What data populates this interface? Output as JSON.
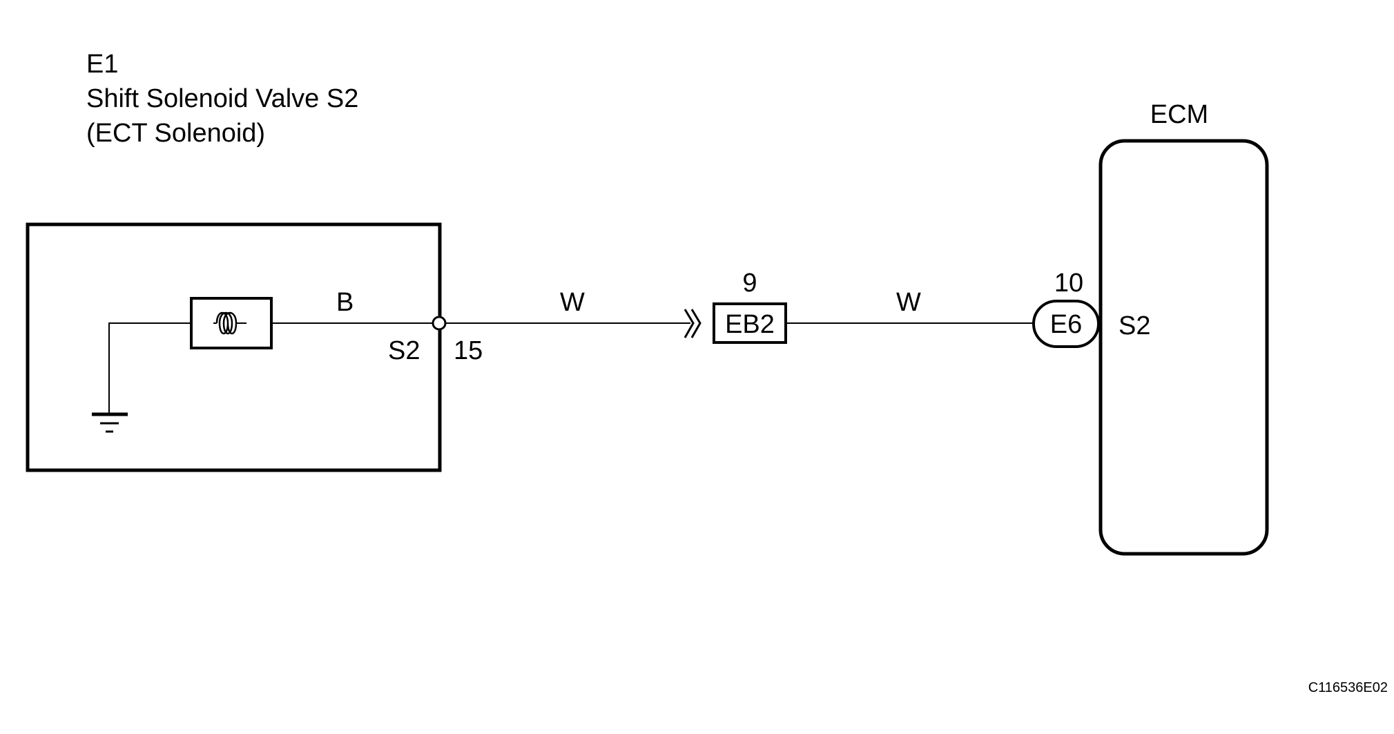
{
  "component": {
    "code": "E1",
    "name": "Shift Solenoid Valve S2",
    "subname": "(ECT Solenoid)",
    "wire_color": "B",
    "terminal_name": "S2",
    "pin": "15"
  },
  "wire_1": {
    "color": "W"
  },
  "junction": {
    "connector": "EB2",
    "pin": "9"
  },
  "wire_2": {
    "color": "W"
  },
  "ecm": {
    "label": "ECM",
    "connector": "E6",
    "pin": "10",
    "terminal_name": "S2"
  },
  "figure_ref": "C116536E02",
  "colors": {
    "line": "#000000",
    "background": "#ffffff"
  },
  "icons": [
    "solenoid-coil-icon",
    "ground-icon",
    "splice-point-icon",
    "in-line-connector-icon"
  ]
}
